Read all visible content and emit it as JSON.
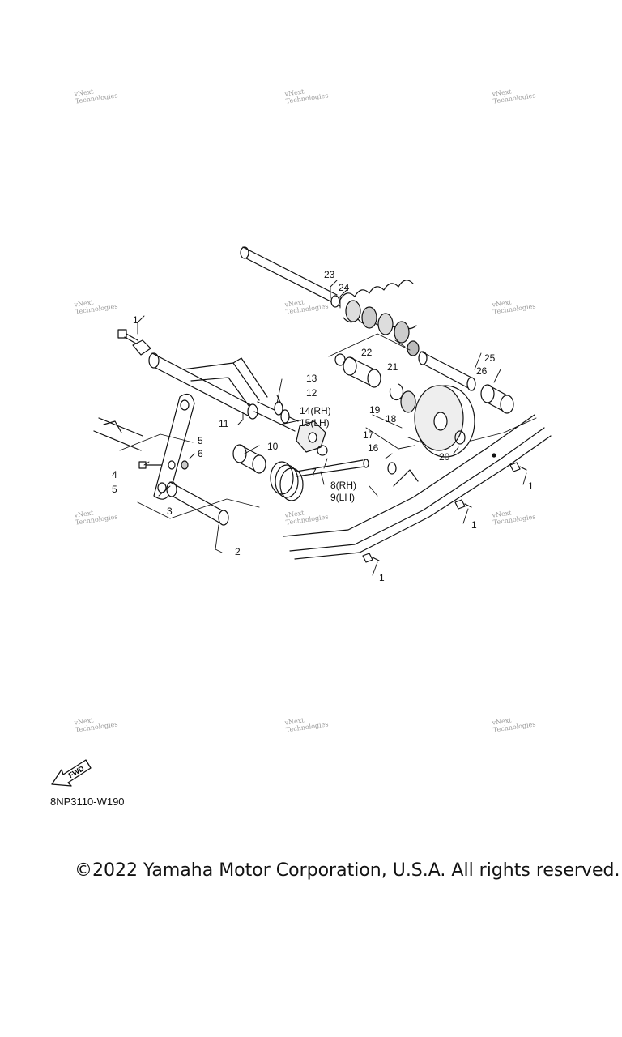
{
  "watermark": {
    "line1": "vNext",
    "line2": "Technologies"
  },
  "callouts": [
    "23",
    "24",
    "1",
    "22",
    "21",
    "25",
    "26",
    "13",
    "12",
    "14(RH)",
    "15(LH)",
    "19",
    "18",
    "11",
    "5",
    "6",
    "10",
    "16",
    "17",
    "20",
    "4",
    "5",
    "7",
    "8(RH)",
    "9(LH)",
    "1",
    "3",
    "1",
    "2",
    "1"
  ],
  "fwd_label": "FWD",
  "part_code": "8NP3110-W190",
  "copyright": "©2022 Yamaha Motor Corporation, U.S.A. All rights reserved."
}
